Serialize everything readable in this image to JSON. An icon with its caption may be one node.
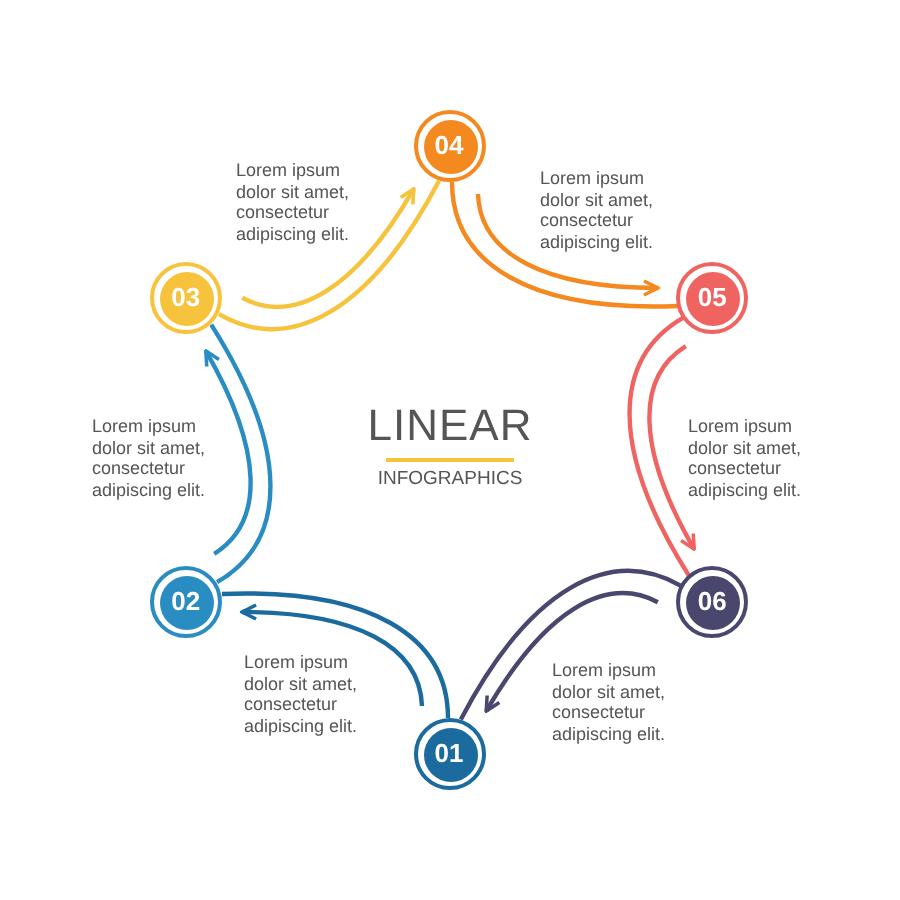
{
  "diagram": {
    "nodes": [
      {
        "text": [
          "01"
        ]
      },
      {
        "text": [
          "02"
        ]
      },
      {
        "text": [
          "03"
        ]
      },
      {
        "text": [
          "04"
        ]
      },
      {
        "text": [
          "05"
        ]
      },
      {
        "text": [
          "06"
        ]
      }
    ],
    "edges": [
      {
        "from": 0,
        "to": 1,
        "arrow": "to",
        "color": "#1c6b9e"
      },
      {
        "from": 1,
        "to": 2,
        "arrow": "to",
        "color": "#2a8dc2"
      },
      {
        "from": 2,
        "to": 3,
        "arrow": "to",
        "color": "#f7c23c"
      },
      {
        "from": 3,
        "to": 4,
        "arrow": "to",
        "color": "#f4891f"
      },
      {
        "from": 4,
        "to": 5,
        "arrow": "to",
        "color": "#ef6461"
      },
      {
        "from": 5,
        "to": 0,
        "arrow": "to",
        "color": "#4a476f"
      }
    ],
    "labels": [
      "Lorem ipsum dolor sit amet, consectetur adipiscing elit.",
      "Lorem ipsum dolor sit amet, consectetur adipiscing elit.",
      "Lorem ipsum dolor sit amet, consectetur adipiscing elit.",
      "LINEAR",
      "INFOGRAPHICS",
      "Lorem ipsum dolor sit amet, consectetur adipiscing elit.",
      "Lorem ipsum dolor sit amet, consectetur adipiscing elit.",
      "Lorem ipsum dolor sit amet, consectetur adipiscing elit."
    ]
  }
}
